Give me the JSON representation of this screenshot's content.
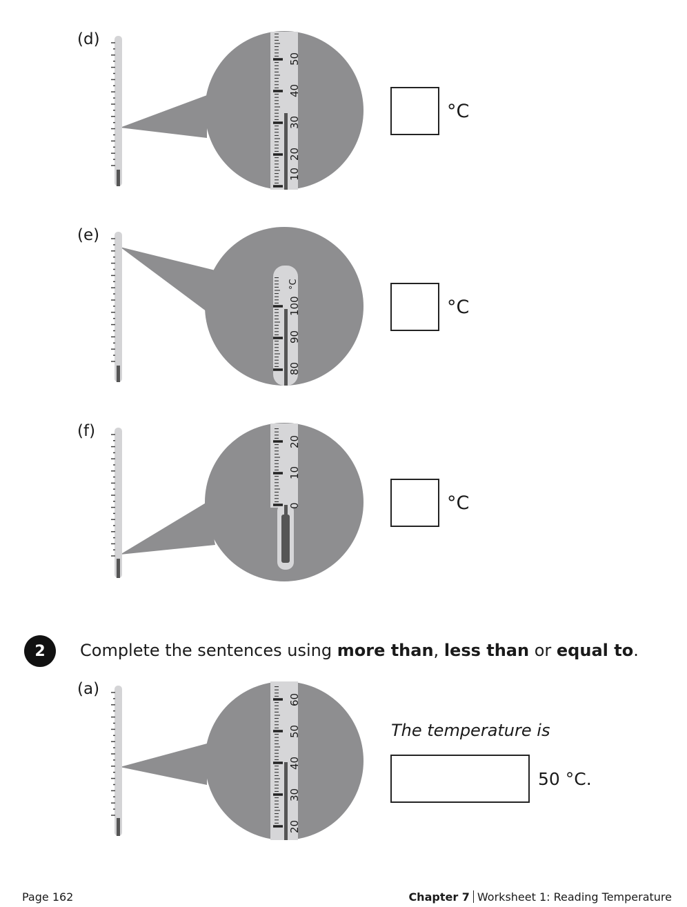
{
  "q1": {
    "items": [
      {
        "label": "(d)",
        "unit": "°C",
        "zoom_ticks": [
          "10",
          "20",
          "30",
          "40",
          "50"
        ],
        "reading": 34
      },
      {
        "label": "(e)",
        "unit": "°C",
        "zoom_ticks": [
          "80",
          "90",
          "100"
        ],
        "zoom_unit": "°C",
        "reading": 100
      },
      {
        "label": "(f)",
        "unit": "°C",
        "zoom_ticks": [
          "0",
          "10",
          "20"
        ],
        "reading": 0
      }
    ]
  },
  "q2": {
    "number": "2",
    "instruction": {
      "prefix": "Complete the sentences using ",
      "b1": "more than",
      "sep1": ", ",
      "b2": "less than",
      "sep2": " or ",
      "b3": "equal to",
      "end": "."
    },
    "item": {
      "label": "(a)",
      "zoom_ticks": [
        "20",
        "30",
        "40",
        "50",
        "60"
      ],
      "reading": 40,
      "sentence_start": "The temperature is",
      "sentence_end": "50 °C."
    }
  },
  "footer": {
    "page": "Page 162",
    "chapter": "Chapter 7",
    "worksheet": "Worksheet 1: Reading Temperature"
  }
}
